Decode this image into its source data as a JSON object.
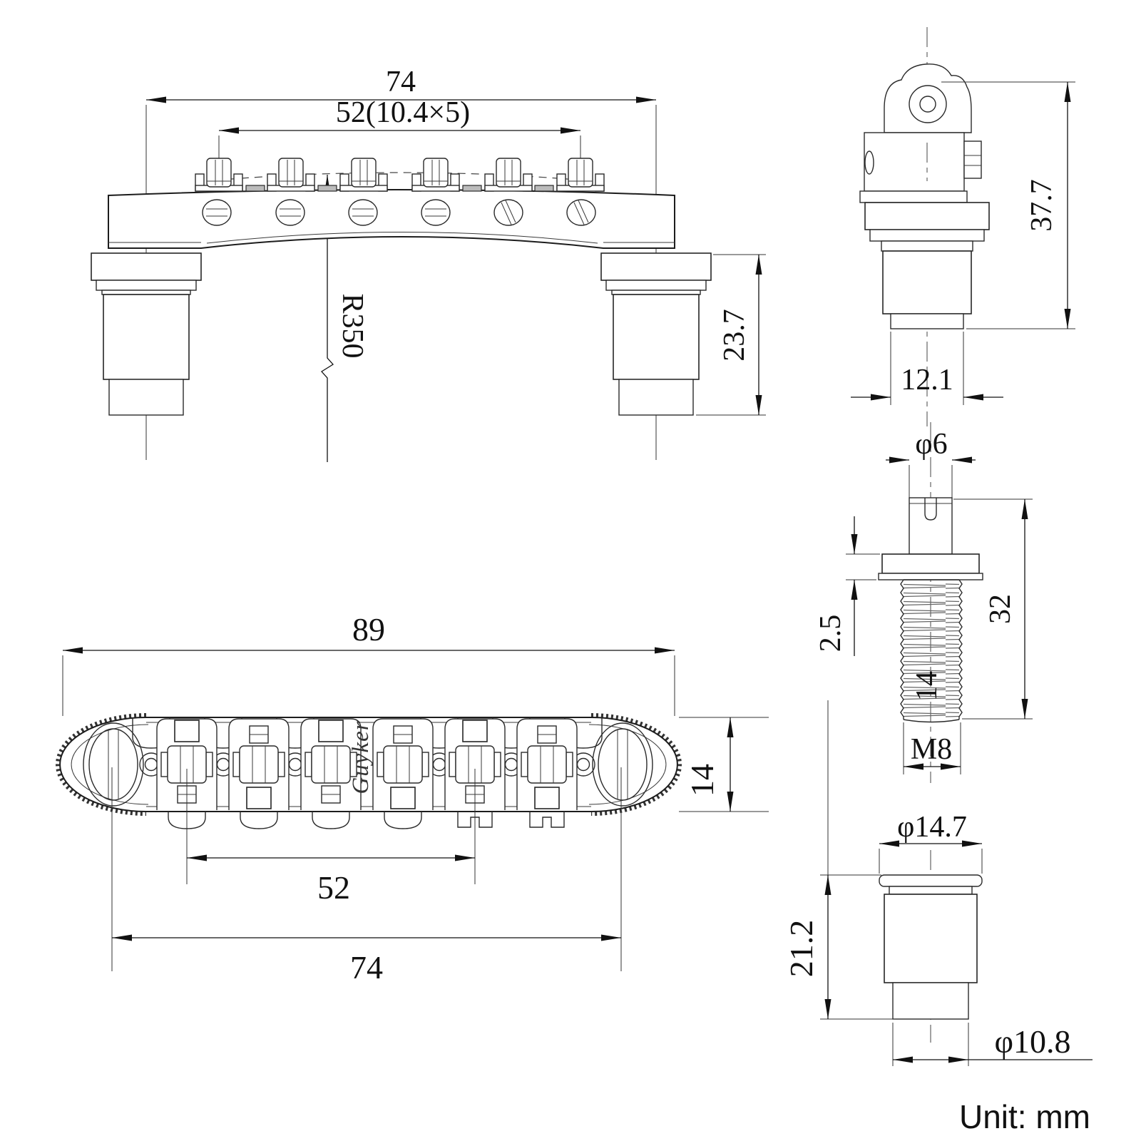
{
  "unit_note": "Unit: mm",
  "logo_text": "Guyker",
  "views": {
    "front": {
      "dims": {
        "post_spacing": "74",
        "string_spacing": "52(10.4×5)",
        "arch_radius": "R350",
        "post_height": "23.7"
      }
    },
    "post_side": {
      "dims": {
        "overall_height": "37.7",
        "bushing_width": "12.1"
      }
    },
    "stud": {
      "dims": {
        "head_dia": "φ6",
        "flange_thickness": "2.5",
        "shaft_length": "32",
        "thread_length": "14",
        "thread_spec": "M8"
      }
    },
    "top": {
      "dims": {
        "overall_length": "89",
        "body_width": "14",
        "saddle_span": "52",
        "post_spacing": "74"
      }
    },
    "bushing": {
      "dims": {
        "flange_dia": "φ14.7",
        "overall_height": "21.2",
        "body_dia": "φ10.8"
      }
    }
  }
}
